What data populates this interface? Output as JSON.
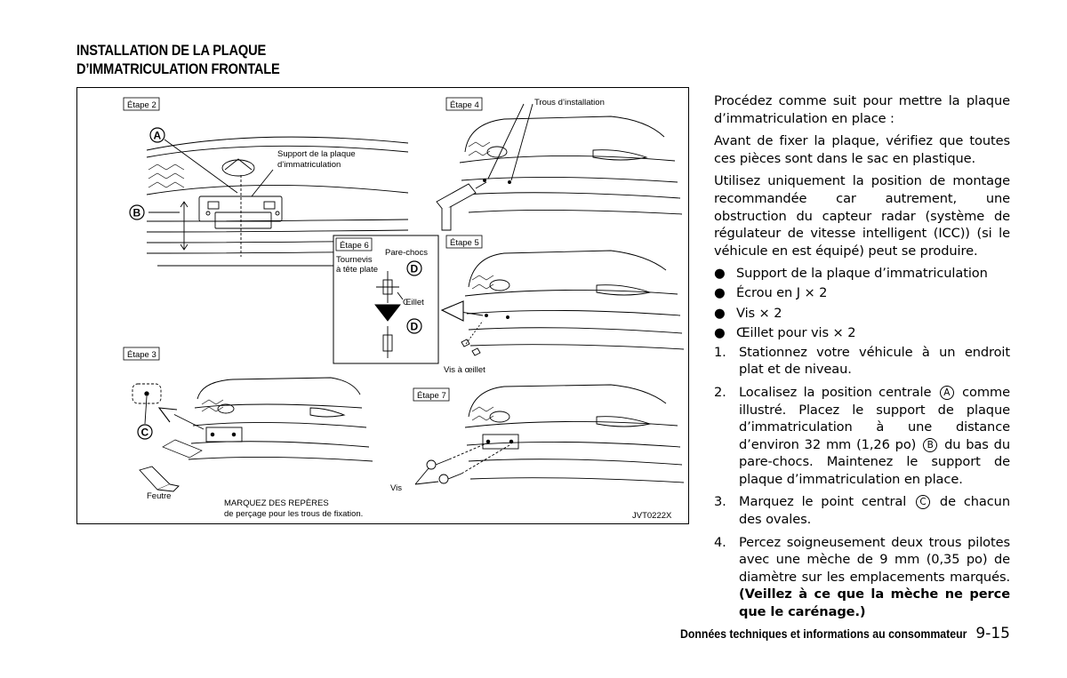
{
  "header": {
    "title_line1": "INSTALLATION DE LA PLAQUE",
    "title_line2": "D’IMMATRICULATION FRONTALE"
  },
  "figure": {
    "steps": [
      "Étape 2",
      "Étape 3",
      "Étape 4",
      "Étape 5",
      "Étape 6",
      "Étape 7"
    ],
    "labels": {
      "support_line1": "Support de la plaque",
      "support_line2": "d’immatriculation",
      "trous_installation": "Trous d’installation",
      "tournevis_line1": "Tournevis",
      "tournevis_line2": "à tête plate",
      "pare_chocs": "Pare-chocs",
      "oeillet": "Œillet",
      "vis_oeillet": "Vis à œillet",
      "feutre": "Feutre",
      "marquez_line1": "MARQUEZ DES REPÈRES",
      "marquez_line2": "de perçage pour les trous de fixation.",
      "vis": "Vis",
      "code": "JVT0222X"
    },
    "callouts": [
      "A",
      "B",
      "C",
      "D"
    ]
  },
  "body": {
    "intro": "Procédez comme suit pour mettre la plaque d’immatriculation en place :",
    "check": "Avant de fixer la plaque, vérifiez que toutes ces pièces sont dans le sac en plastique.",
    "warning": "Utilisez uniquement la position de montage recommandée car autrement, une obstruction du capteur radar (système de régulateur de vitesse intelligent (ICC)) (si le véhicule en est équipé) peut se produire.",
    "bullet_symbol": "●",
    "bullets": [
      "Support de la plaque d’immatriculation",
      "Écrou en J × 2",
      "Vis × 2",
      "Œillet pour vis × 2"
    ],
    "step1_num": "1.",
    "step1": "Stationnez votre véhicule à un endroit plat et de niveau.",
    "step2_num": "2.",
    "step2_a": "Localisez la position centrale",
    "step2_b": "comme illustré. Placez le support de plaque d’immatriculation à une distance d’environ 32 mm (1,26 po)",
    "step2_c": "du bas du pare-chocs. Maintenez le support de plaque d’immatriculation en place.",
    "step3_num": "3.",
    "step3_a": "Marquez le point central",
    "step3_b": "de chacun des ovales.",
    "step4_num": "4.",
    "step4_a": "Percez soigneusement deux trous pilotes avec une mèche de 9 mm (0,35 po) de diamètre sur les emplacements marqués.",
    "step4_bold": "(Veillez à ce que la mèche ne perce que le carénage.)"
  },
  "footer": {
    "section": "Données techniques et informations au consommateur",
    "page": "9-15"
  }
}
